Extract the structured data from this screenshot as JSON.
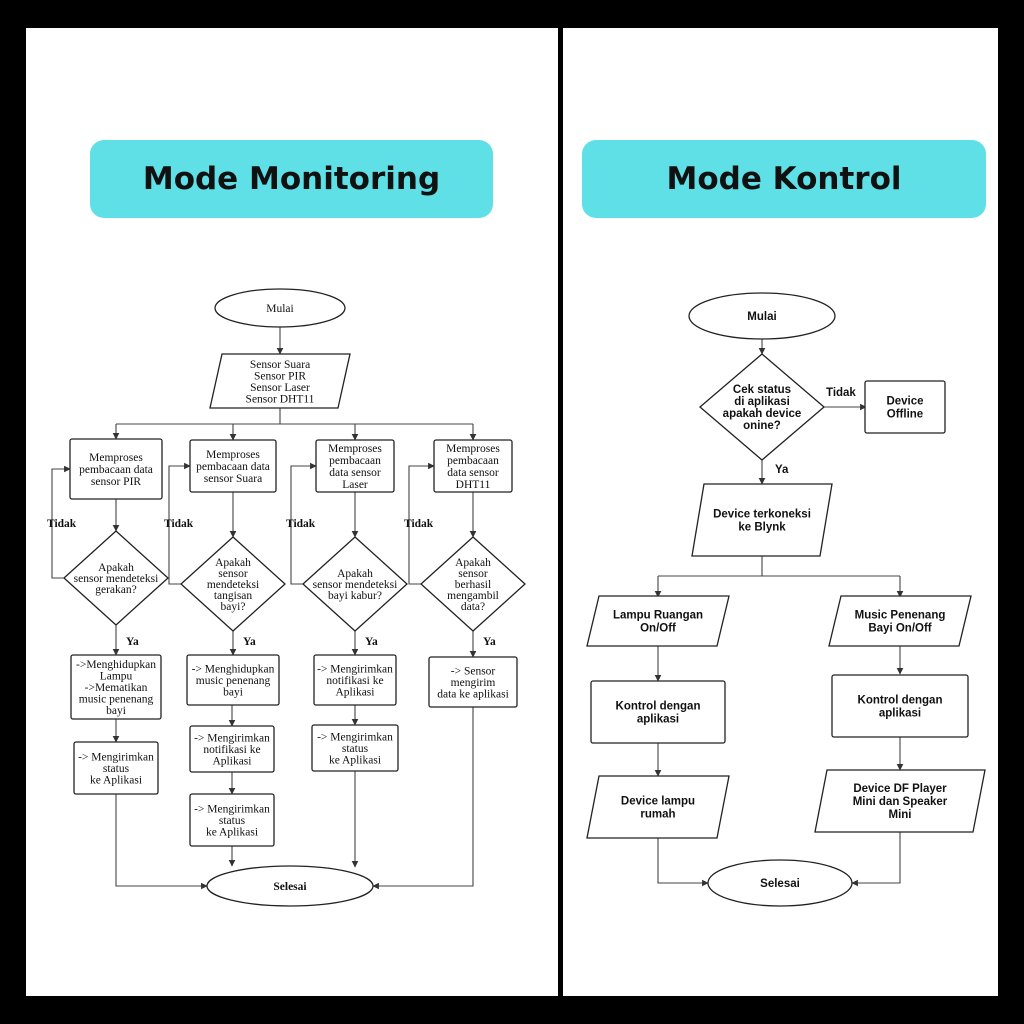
{
  "titles": {
    "left": "Mode Monitoring",
    "right": "Mode Kontrol"
  },
  "monitoring": {
    "start": "Mulai",
    "sensors": [
      "Sensor Suara",
      "Sensor PIR",
      "Sensor Laser",
      "Sensor DHT11"
    ],
    "process_pir": [
      "Memproses",
      "pembacaan data",
      "sensor PIR"
    ],
    "process_suara": [
      "Memproses",
      "pembacaan data",
      "sensor Suara"
    ],
    "process_laser": [
      "Memproses",
      "pembacaan",
      "data sensor",
      "Laser"
    ],
    "process_dht": [
      "Memproses",
      "pembacaan",
      "data sensor",
      "DHT11"
    ],
    "decision_pir": [
      "Apakah",
      "sensor mendeteksi",
      "gerakan?"
    ],
    "decision_suara": [
      "Apakah",
      "sensor",
      "mendeteksi",
      "tangisan",
      "bayi?"
    ],
    "decision_laser": [
      "Apakah",
      "sensor mendeteksi",
      "bayi kabur?"
    ],
    "decision_dht": [
      "Apakah",
      "sensor",
      "berhasil",
      "mengambil",
      "data?"
    ],
    "action_pir": [
      "->Menghidupkan",
      "Lampu",
      "->Mematikan",
      "music penenang",
      "bayi"
    ],
    "send_pir": [
      "-> Mengirimkan",
      "status",
      "ke Aplikasi"
    ],
    "action_suara": [
      "-> Menghidupkan",
      "music penenang",
      "bayi"
    ],
    "notify_suara": [
      "-> Mengirimkan",
      "notifikasi ke",
      "Aplikasi"
    ],
    "send_suara": [
      "-> Mengirimkan",
      "status",
      "ke Aplikasi"
    ],
    "notify_laser": [
      "-> Mengirimkan",
      "notifikasi ke",
      "Aplikasi"
    ],
    "send_laser": [
      "-> Mengirimkan",
      "status",
      "ke Aplikasi"
    ],
    "action_dht": [
      "-> Sensor",
      "mengirim",
      "data ke aplikasi"
    ],
    "end": "Selesai",
    "yes": "Ya",
    "no": "Tidak"
  },
  "kontrol": {
    "start": "Mulai",
    "decision": [
      "Cek status",
      "di aplikasi",
      "apakah device",
      "onine?"
    ],
    "offline": [
      "Device",
      "Offline"
    ],
    "connected": [
      "Device terkoneksi",
      "ke Blynk"
    ],
    "lamp_input": [
      "Lampu Ruangan",
      "On/Off"
    ],
    "music_input": [
      "Music Penenang",
      "Bayi On/Off"
    ],
    "control_lamp": [
      "Kontrol dengan",
      "aplikasi"
    ],
    "control_music": [
      "Kontrol dengan",
      "aplikasi"
    ],
    "lamp_device": [
      "Device lampu",
      "rumah"
    ],
    "music_device": [
      "Device DF Player",
      "Mini dan Speaker",
      "Mini"
    ],
    "end": "Selesai",
    "yes": "Ya",
    "no": "Tidak"
  }
}
